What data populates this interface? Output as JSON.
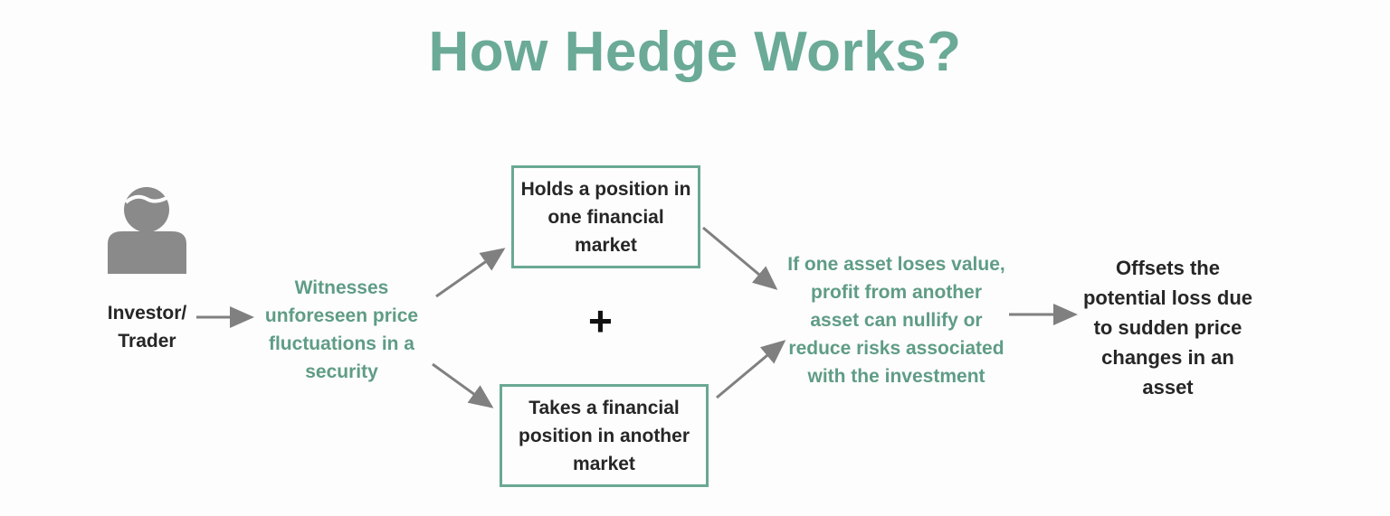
{
  "title": "How Hedge Works?",
  "nodes": {
    "investor": {
      "label_line1": "Investor/",
      "label_line2": "Trader",
      "icon": "person-icon"
    },
    "witnesses": {
      "label": "Witnesses unforeseen price fluctuations in a security"
    },
    "holds": {
      "label": "Holds a position in one financial market"
    },
    "plus": {
      "symbol": "+"
    },
    "takes": {
      "label": "Takes a financial position in another market"
    },
    "result": {
      "label": "If one asset loses value, profit from another asset can nullify or reduce risks associated with the investment"
    },
    "offsets": {
      "label": "Offsets the potential loss due to sudden price changes in an asset"
    }
  },
  "colors": {
    "accent": "#6aaa96",
    "green_text": "#5f9c86",
    "dark_text": "#262626",
    "arrow": "#808080",
    "icon": "#8a8a8a"
  }
}
